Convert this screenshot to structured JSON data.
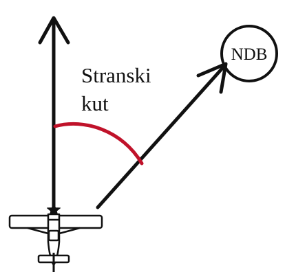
{
  "angle_label": {
    "line1": "Stranski",
    "line2": "kut"
  },
  "beacon_label": "NDB",
  "colors": {
    "ink": "#111111",
    "arc": "#c0122a",
    "background": "#ffffff"
  },
  "icons": {
    "aircraft": "top-view-airplane-icon",
    "star": "star-icon"
  }
}
